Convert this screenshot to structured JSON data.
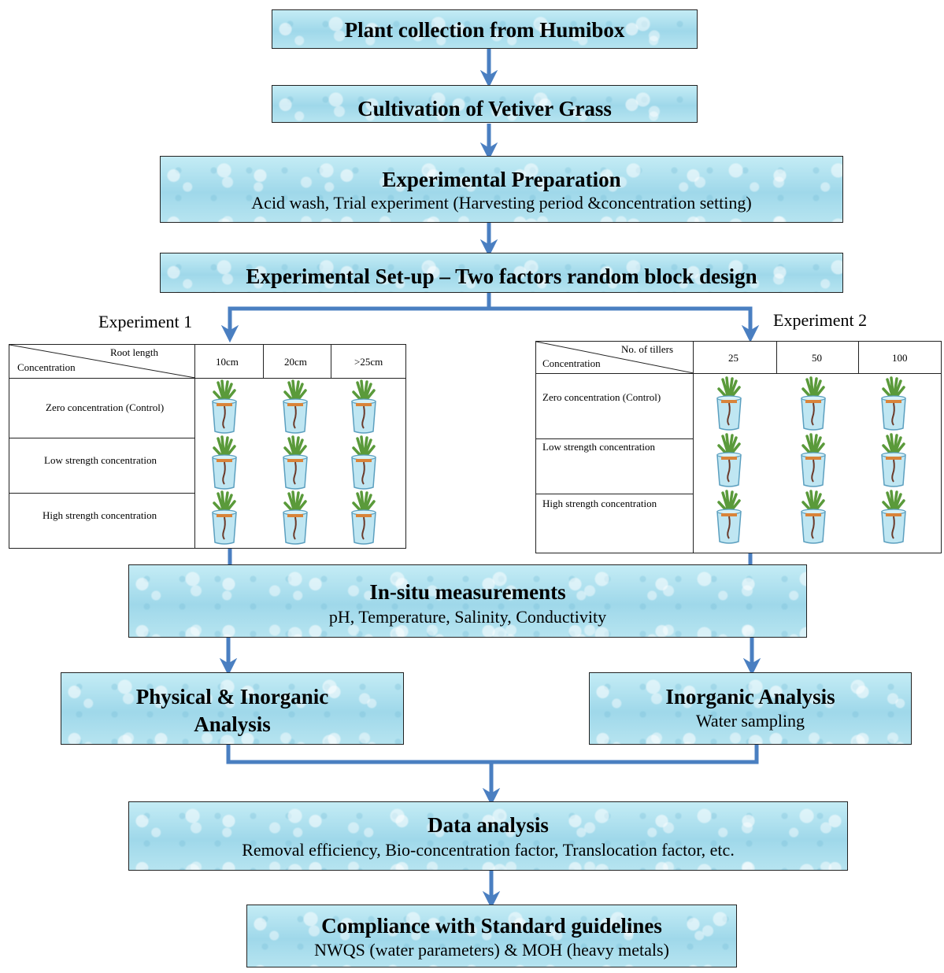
{
  "boxes": {
    "plant_collection": {
      "title": "Plant collection from Humibox"
    },
    "cultivation": {
      "title": "Cultivation of Vetiver Grass"
    },
    "preparation": {
      "title": "Experimental Preparation",
      "subtitle": "Acid wash, Trial experiment (Harvesting period &concentration setting)"
    },
    "setup": {
      "title": "Experimental Set-up – Two factors random block design"
    },
    "insitu": {
      "title": "In-situ measurements",
      "subtitle": "pH, Temperature, Salinity, Conductivity"
    },
    "physical": {
      "title_line1": "Physical & Inorganic",
      "title_line2": "Analysis"
    },
    "inorganic": {
      "title": "Inorganic Analysis",
      "subtitle": "Water sampling"
    },
    "data_analysis": {
      "title": "Data analysis",
      "subtitle": "Removal efficiency, Bio-concentration factor, Translocation factor, etc."
    },
    "compliance": {
      "title": "Compliance with Standard guidelines",
      "subtitle": "NWQS (water parameters) & MOH (heavy metals)"
    }
  },
  "experiment1": {
    "label": "Experiment 1",
    "corner_top": "Root length",
    "corner_bottom": "Concentration",
    "columns": [
      "10cm",
      "20cm",
      ">25cm"
    ],
    "rows": [
      "Zero concentration (Control)",
      "Low strength concentration",
      "High strength concentration"
    ]
  },
  "experiment2": {
    "label": "Experiment 2",
    "corner_top": "No. of tillers",
    "corner_bottom": "Concentration",
    "columns": [
      "25",
      "50",
      "100"
    ],
    "rows": [
      "Zero concentration (Control)",
      "Low strength concentration",
      "High strength concentration"
    ]
  },
  "colors": {
    "arrow": "#4a7fc1",
    "box_fill": "#aee0ee",
    "plant_green": "#5a9a3a"
  },
  "icons": {
    "plant": "potted-vetiver-plant-icon"
  }
}
